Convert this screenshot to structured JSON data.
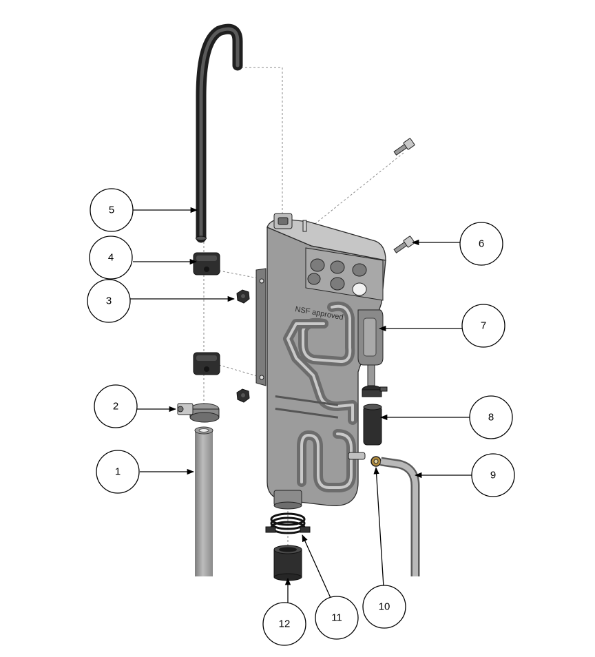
{
  "figure": {
    "embossed_label": "NSF approved",
    "callouts": [
      {
        "id": "callout-1",
        "label": "1"
      },
      {
        "id": "callout-2",
        "label": "2"
      },
      {
        "id": "callout-3",
        "label": "3"
      },
      {
        "id": "callout-4",
        "label": "4"
      },
      {
        "id": "callout-5",
        "label": "5"
      },
      {
        "id": "callout-6",
        "label": "6"
      },
      {
        "id": "callout-7",
        "label": "7"
      },
      {
        "id": "callout-8",
        "label": "8"
      },
      {
        "id": "callout-9",
        "label": "9"
      },
      {
        "id": "callout-10",
        "label": "10"
      },
      {
        "id": "callout-11",
        "label": "11"
      },
      {
        "id": "callout-12",
        "label": "12"
      }
    ]
  }
}
